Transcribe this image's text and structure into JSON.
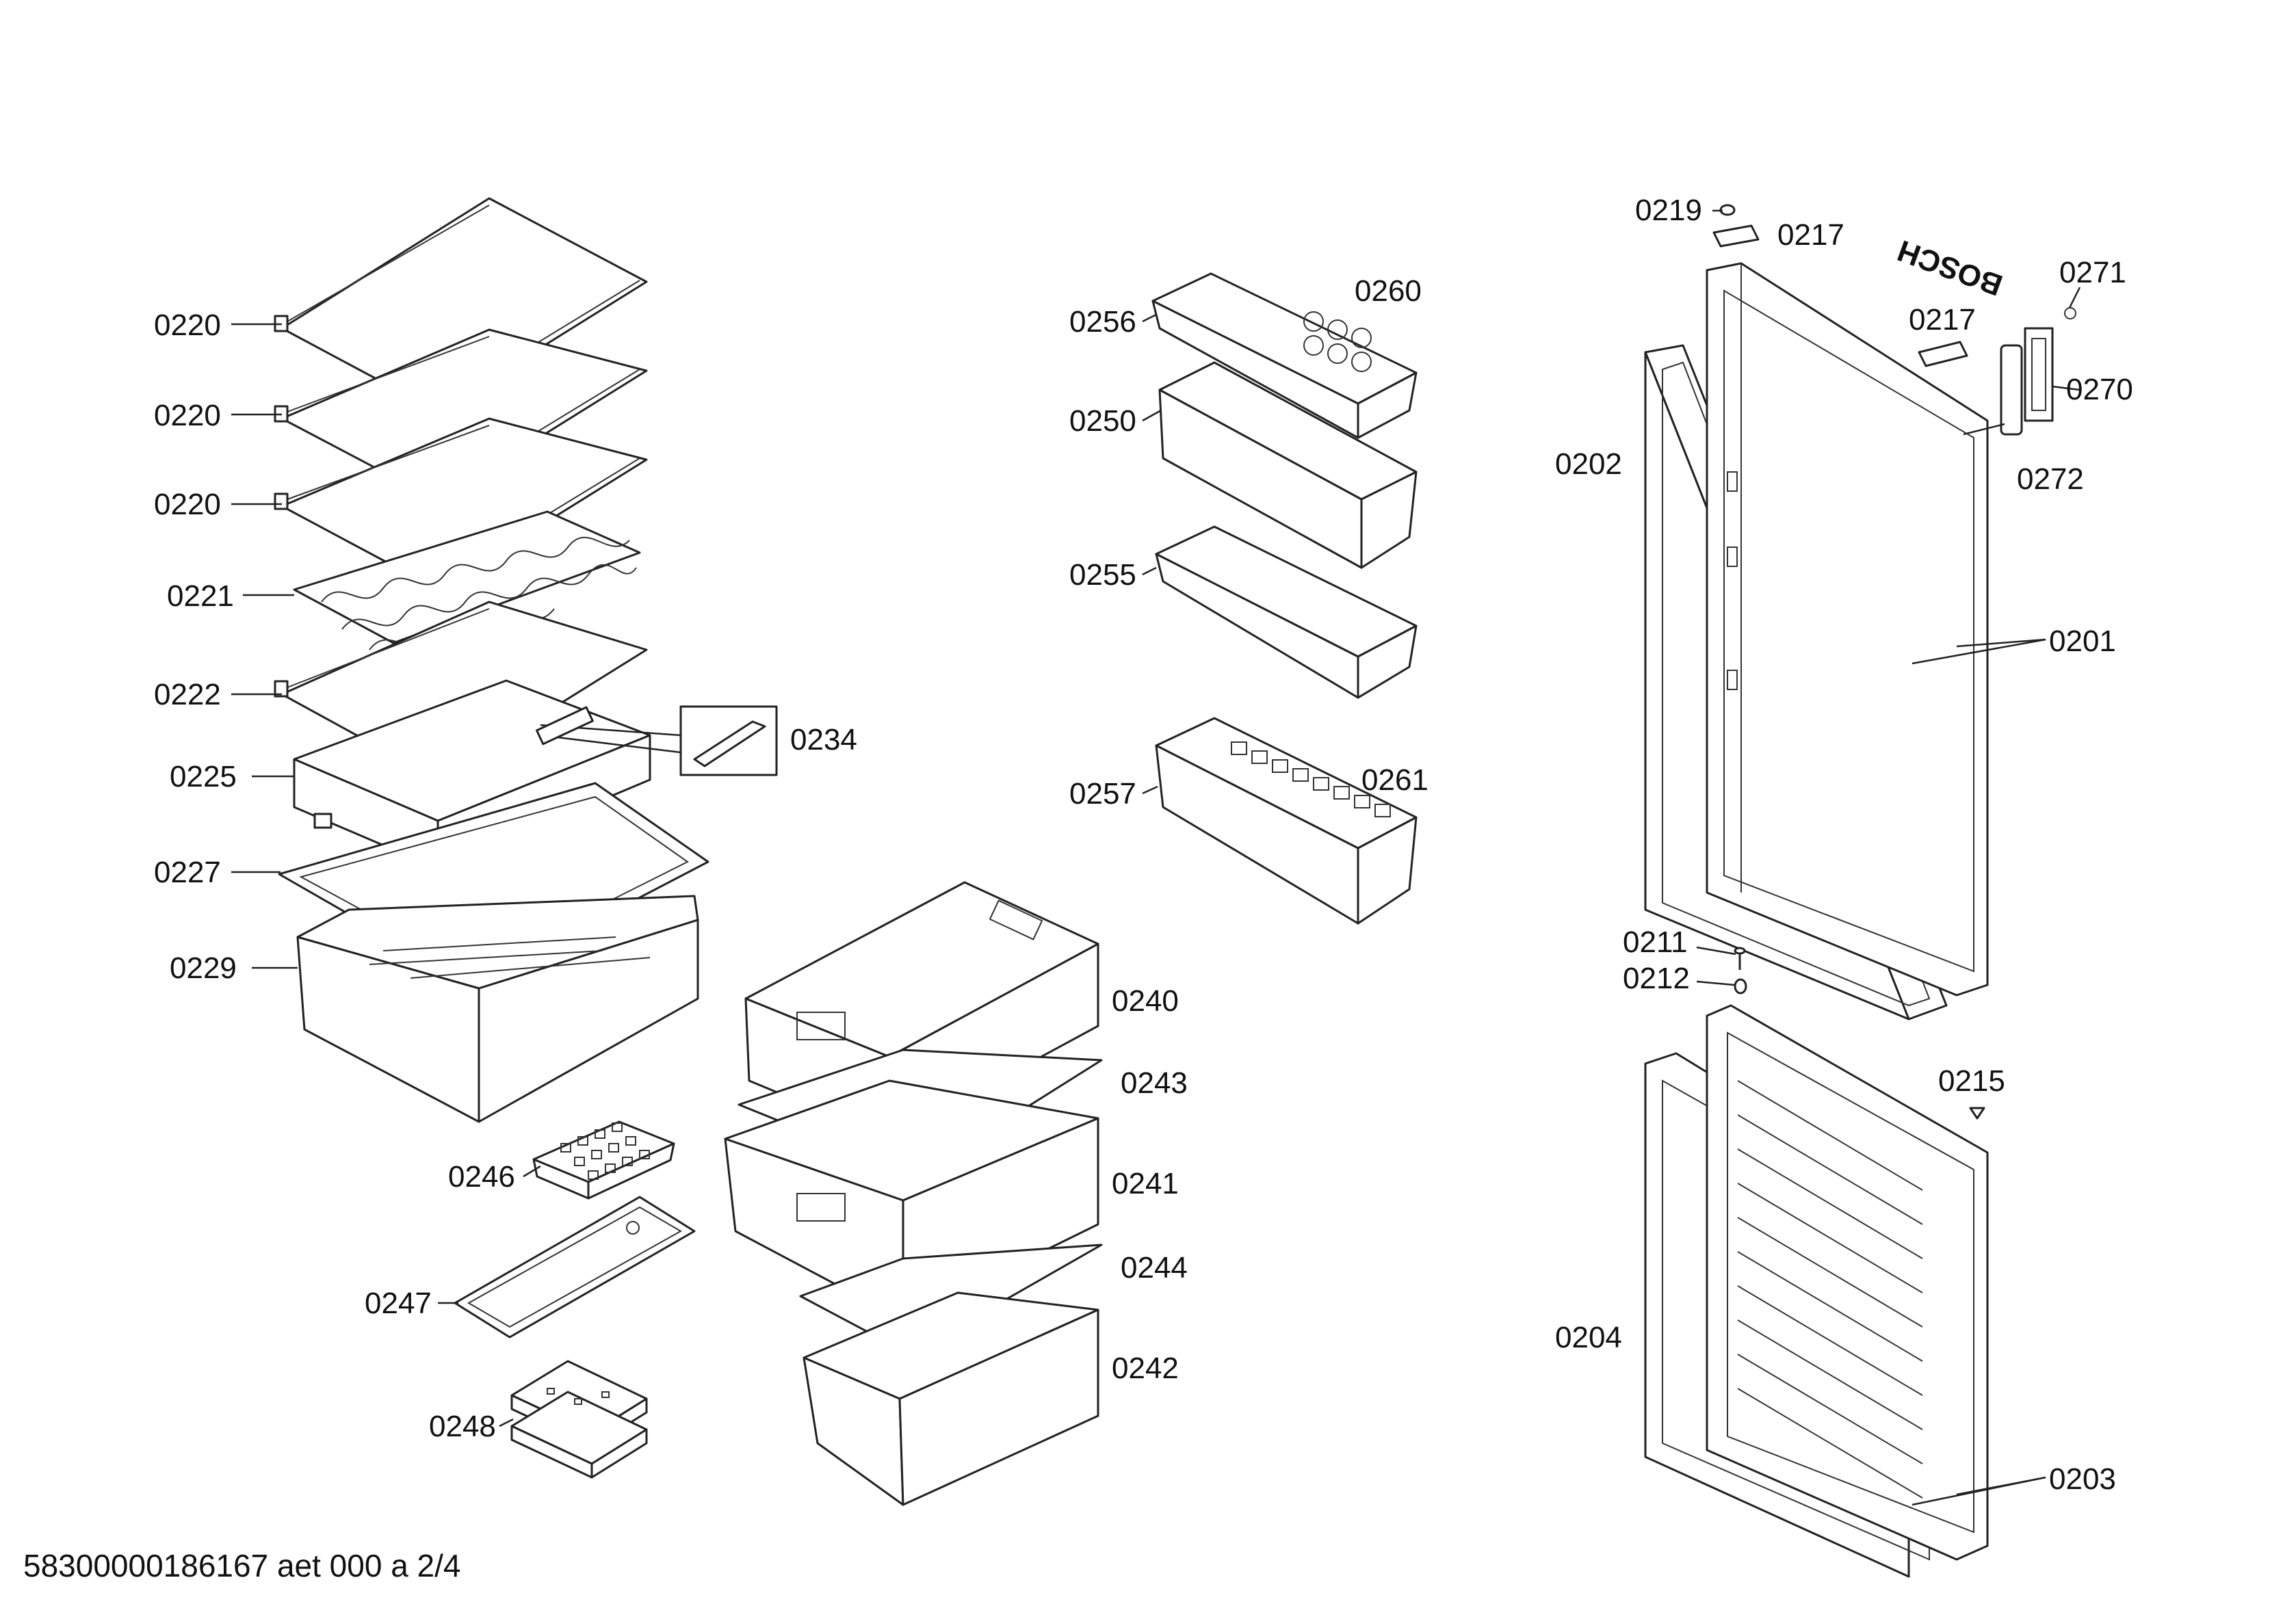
{
  "parts": {
    "p0220a": "0220",
    "p0220b": "0220",
    "p0220c": "0220",
    "p0221": "0221",
    "p0222": "0222",
    "p0225": "0225",
    "p0227": "0227",
    "p0229": "0229",
    "p0234": "0234",
    "p0246": "0246",
    "p0247": "0247",
    "p0248": "0248",
    "p0240": "0240",
    "p0243": "0243",
    "p0241": "0241",
    "p0244": "0244",
    "p0242": "0242",
    "p0256": "0256",
    "p0260": "0260",
    "p0250": "0250",
    "p0255": "0255",
    "p0257": "0257",
    "p0261": "0261",
    "p0219": "0219",
    "p0217a": "0217",
    "p0217b": "0217",
    "p0271": "0271",
    "p0270": "0270",
    "p0272": "0272",
    "p0202": "0202",
    "p0201": "0201",
    "p0211": "0211",
    "p0212": "0212",
    "p0215": "0215",
    "p0204": "0204",
    "p0203": "0203"
  },
  "logo_text": "BOSCH",
  "footer": "58300000186167 aet 000 a 2/4"
}
